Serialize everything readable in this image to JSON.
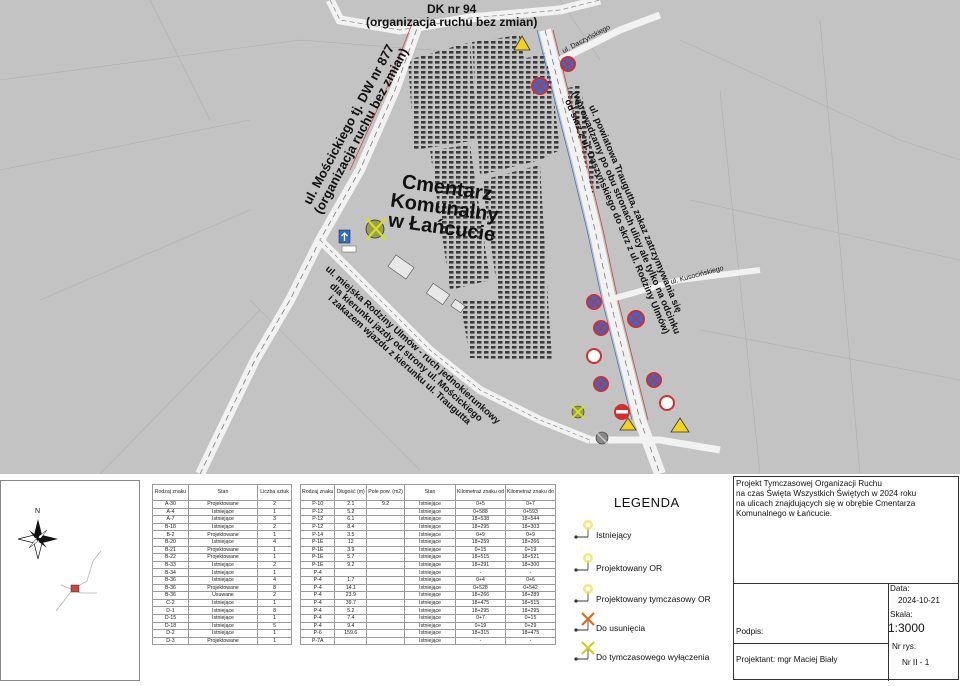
{
  "map": {
    "labels": {
      "dk94_line1": "DK nr 94",
      "dk94_line2": "(organizacja ruchu bez zmian)",
      "moscickiego_line1": "ul. Mościckiego tj. DW nr 877",
      "moscickiego_line2": "(organizacja ruchu bez zmian)",
      "cemetery_line1": "Cmentarz",
      "cemetery_line2": "Komunalny",
      "cemetery_line3": "w Łańcucie",
      "traugutta_line1": "ul. powiatowa Traugutta, zakaz zatrzymywania się",
      "traugutta_line2": "(wprowadzamy po obu stronach ulicy ale tylko na odcinku",
      "traugutta_line3": "od skrz z ul. Daszyńskiego do skrz z ul. Rodziny Ulmów)",
      "ulmow_line1": "ul. miejska Rodziny Ulmów - ruch jednokierunkowy",
      "ulmow_line2": "dla kierunku jazdy od strony ul. Mościckiego",
      "ulmow_line3": "i zakazem wjazdu z kierunku ul. Traugutta",
      "daszynskiego": "ul. Daszyńskiego",
      "kusocinskiego": "ul. Kusocińskiego"
    }
  },
  "table1": {
    "headers": [
      "Rodzaj znaku",
      "Stan",
      "Liczba sztuk"
    ],
    "rows": [
      [
        "A-30",
        "Projektowane",
        "2"
      ],
      [
        "A-4",
        "Istniejące",
        "1"
      ],
      [
        "A-7",
        "Istniejące",
        "3"
      ],
      [
        "B-18",
        "Istniejące",
        "2"
      ],
      [
        "B-2",
        "Projektowane",
        "1"
      ],
      [
        "B-20",
        "Istniejące",
        "4"
      ],
      [
        "B-21",
        "Projektowane",
        "1"
      ],
      [
        "B-22",
        "Projektowane",
        "1"
      ],
      [
        "B-33",
        "Istniejące",
        "2"
      ],
      [
        "B-34",
        "Istniejące",
        "1"
      ],
      [
        "B-36",
        "Istniejące",
        "4"
      ],
      [
        "B-36",
        "Projektowane",
        "8"
      ],
      [
        "B-36",
        "Usuwane",
        "2"
      ],
      [
        "C-2",
        "Istniejące",
        "1"
      ],
      [
        "D-1",
        "Istniejące",
        "8"
      ],
      [
        "D-15",
        "Istniejące",
        "1"
      ],
      [
        "D-18",
        "Istniejące",
        "5"
      ],
      [
        "D-2",
        "Istniejące",
        "1"
      ],
      [
        "D-3",
        "Projektowane",
        "1"
      ]
    ]
  },
  "table2": {
    "headers": [
      "Rodzaj znaku",
      "Długość (m)",
      "Pole pow. (m2)",
      "Stan",
      "Kilometraż znaku od",
      "Kilometraż znaku do"
    ],
    "rows": [
      [
        "P-10",
        "2.1",
        "9.2",
        "Istniejące",
        "0+5",
        "0+7"
      ],
      [
        "P-12",
        "5.2",
        "",
        "Istniejące",
        "0+588",
        "0+593"
      ],
      [
        "P-12",
        "6.1",
        "",
        "Istniejące",
        "18+538",
        "18+544"
      ],
      [
        "P-12",
        "8.4",
        "",
        "Istniejące",
        "18+295",
        "18+303"
      ],
      [
        "P-14",
        "3.5",
        "",
        "Istniejące",
        "0+9",
        "0+9"
      ],
      [
        "P-1E",
        "12",
        "",
        "Istniejące",
        "18+259",
        "18+266"
      ],
      [
        "P-1E",
        "3.9",
        "",
        "Istniejące",
        "0+15",
        "0+19"
      ],
      [
        "P-1E",
        "5.7",
        "",
        "Istniejące",
        "18+515",
        "18+521"
      ],
      [
        "P-1E",
        "9.2",
        "",
        "Istniejące",
        "18+291",
        "18+300"
      ],
      [
        "P-4",
        "",
        "",
        "Istniejące",
        "-",
        "-"
      ],
      [
        "P-4",
        "1.7",
        "",
        "Istniejące",
        "0+4",
        "0+6"
      ],
      [
        "P-4",
        "14.1",
        "",
        "Istniejące",
        "0+528",
        "0+542"
      ],
      [
        "P-4",
        "23.9",
        "",
        "Istniejące",
        "18+266",
        "18+289"
      ],
      [
        "P-4",
        "39.7",
        "",
        "Istniejące",
        "18+475",
        "18+515"
      ],
      [
        "P-4",
        "5.2",
        "",
        "Istniejące",
        "18+295",
        "18+295"
      ],
      [
        "P-4",
        "7.4",
        "",
        "Istniejące",
        "0+7",
        "0+15"
      ],
      [
        "P-4",
        "9.4",
        "",
        "Istniejące",
        "0+19",
        "0+29"
      ],
      [
        "P-6",
        "159.6",
        "",
        "Istniejące",
        "18+315",
        "18+475"
      ],
      [
        "P-7A",
        "",
        "",
        "Istniejące",
        "-",
        "-"
      ]
    ]
  },
  "legend": {
    "title": "LEGENDA",
    "items": [
      {
        "label": "Istniejący",
        "color": "#f4e24a"
      },
      {
        "label": "Projektowany OR",
        "color": "#f4e24a"
      },
      {
        "label": "Projektowany tymczasowy OR",
        "color": "#f4e24a"
      },
      {
        "label": "Do usunięcia",
        "color": "#e06a1a"
      },
      {
        "label": "Do tymczasowego wyłączenia",
        "color": "#c8d21e"
      }
    ]
  },
  "titleblock": {
    "project_line1": "Projekt Tymczasowej Organizacji Ruchu",
    "project_line2": "na czas Święta Wszystkich Świętych w 2024 roku",
    "project_line3": "na ulicach znajdujących się w obrębie Cmentarza",
    "project_line4": "Komunalnego w Łańcucie.",
    "data_label": "Data:",
    "data_value": "2024-10-21",
    "skala_label": "Skala:",
    "skala_value": "1:3000",
    "podpis_label": "Podpis:",
    "nrrys_label": "Nr rys.",
    "nrrys_value": "Nr II - 1",
    "projektant": "Projektant: mgr Maciej Biały"
  },
  "compass": {
    "north": "N"
  },
  "colors": {
    "map_background": "#c3c3c3",
    "road_edge": "#f2f2f2",
    "prohibition_red": "#d42d2d",
    "warning_yellow": "#f3d21a"
  }
}
